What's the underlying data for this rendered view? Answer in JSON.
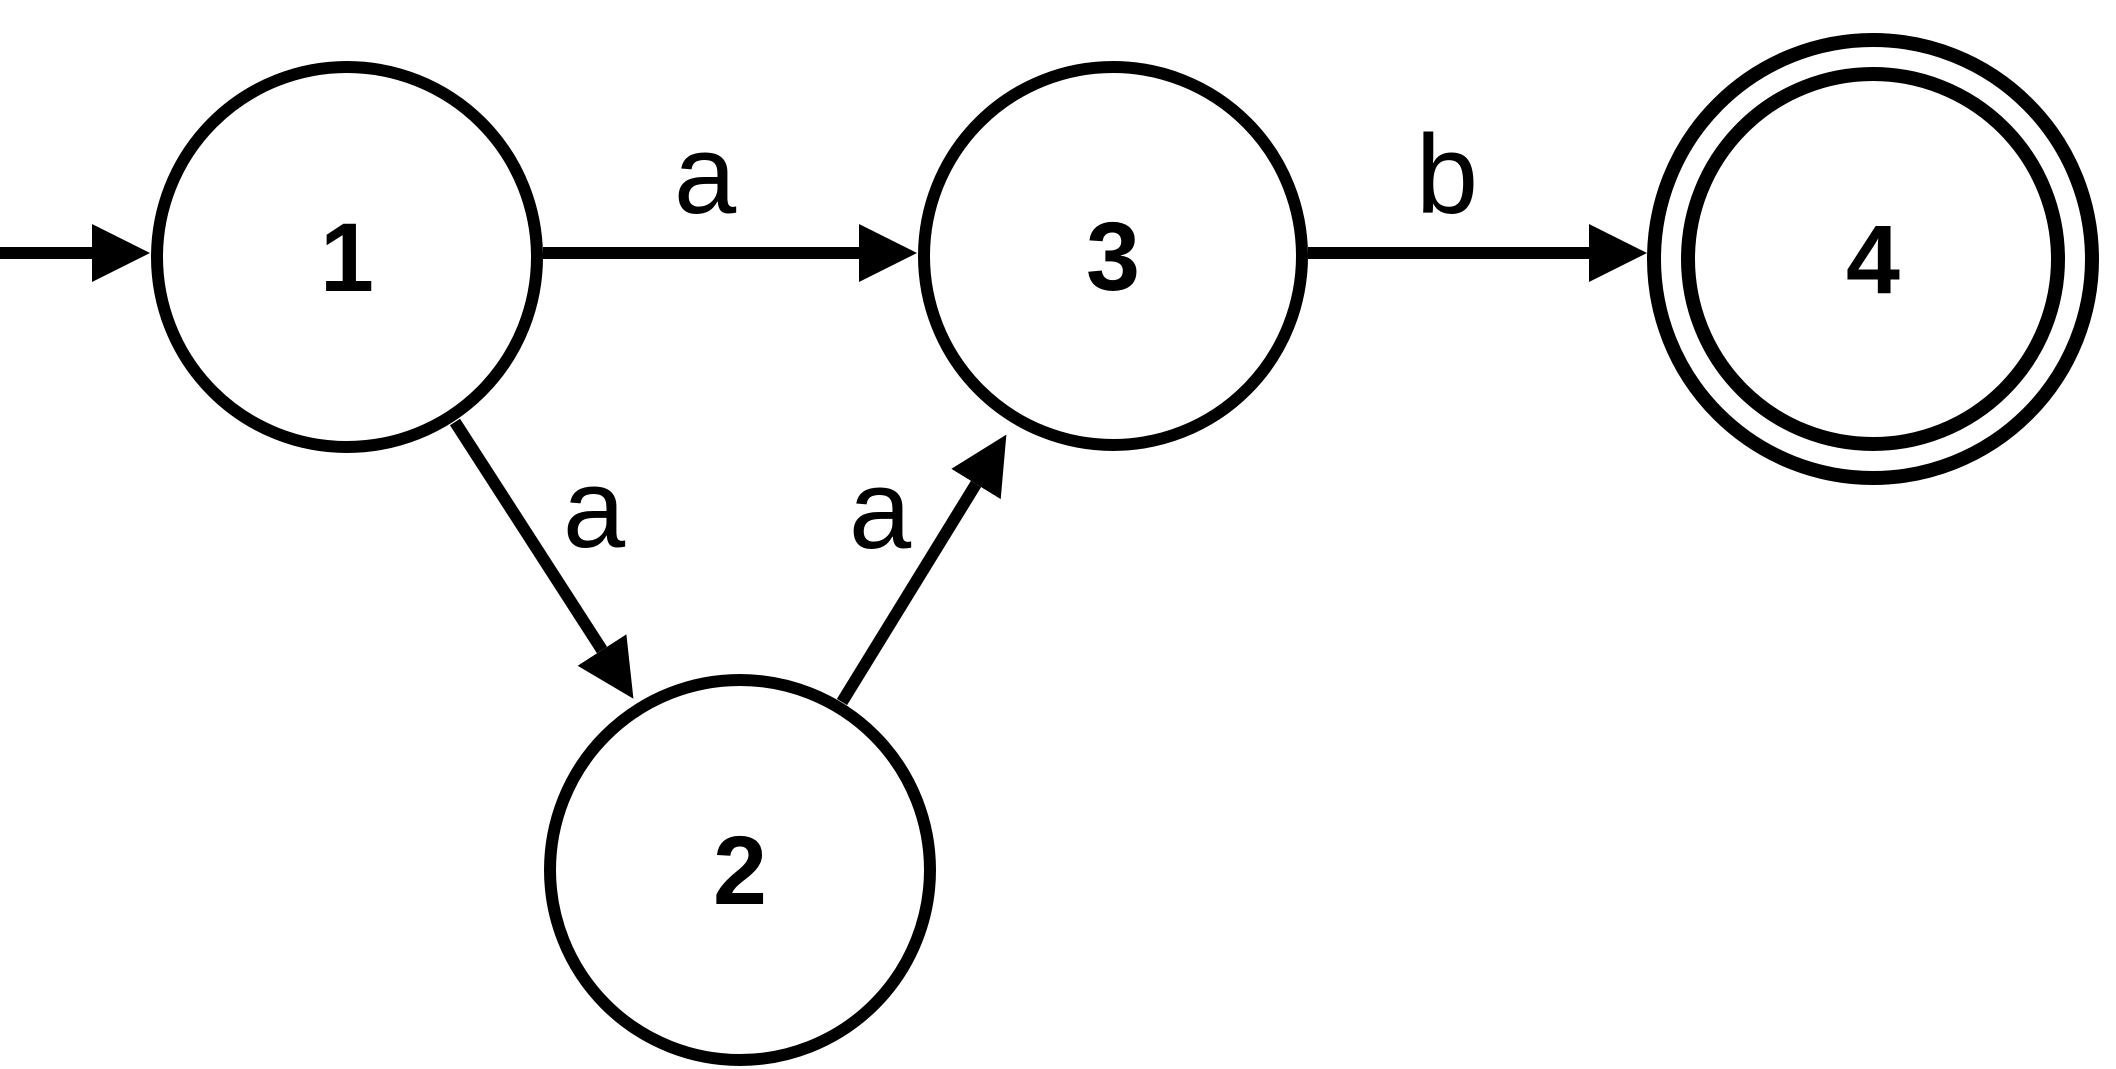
{
  "diagram": {
    "kind": "finite-automaton",
    "background": "#ffffff",
    "colors": {
      "stroke": "#000000",
      "text": "#000000",
      "node_fill": "#ffffff"
    },
    "alphabet": [
      "a",
      "b"
    ],
    "states": [
      {
        "label": "1",
        "initial": true,
        "accepting": false
      },
      {
        "label": "2",
        "initial": false,
        "accepting": false
      },
      {
        "label": "3",
        "initial": false,
        "accepting": false
      },
      {
        "label": "4",
        "initial": false,
        "accepting": true
      }
    ],
    "transitions": [
      {
        "from": "1",
        "to": "3",
        "symbol": "a"
      },
      {
        "from": "3",
        "to": "4",
        "symbol": "b"
      },
      {
        "from": "1",
        "to": "2",
        "symbol": "a"
      },
      {
        "from": "2",
        "to": "3",
        "symbol": "a"
      }
    ]
  }
}
